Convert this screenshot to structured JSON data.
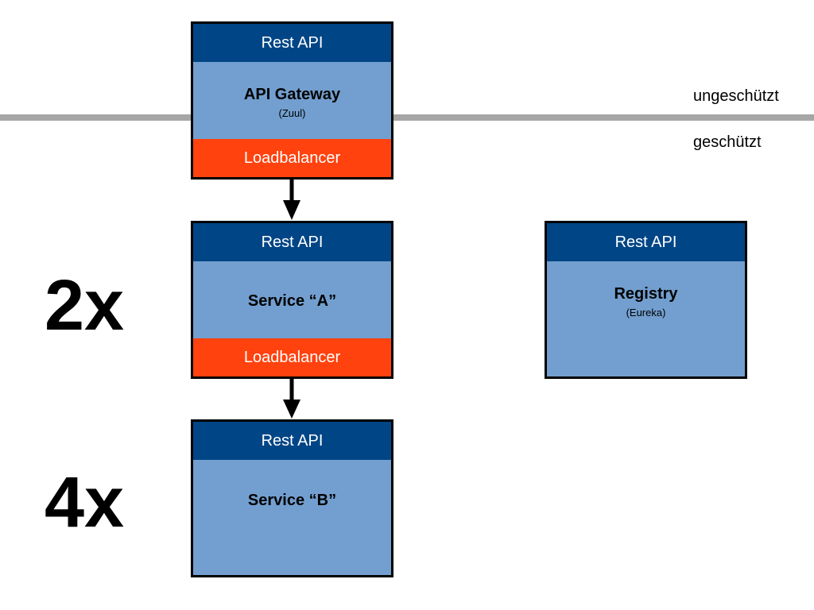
{
  "zones": {
    "unprotected": "ungeschützt",
    "protected": "geschützt"
  },
  "gateway": {
    "header": "Rest API",
    "title": "API Gateway",
    "subtitle": "(Zuul)",
    "footer": "Loadbalancer"
  },
  "service_a": {
    "header": "Rest API",
    "title": "Service “A”",
    "footer": "Loadbalancer",
    "multiplier": "2x"
  },
  "service_b": {
    "header": "Rest API",
    "title": "Service “B”",
    "multiplier": "4x"
  },
  "registry": {
    "header": "Rest API",
    "title": "Registry",
    "subtitle": "(Eureka)"
  },
  "colors": {
    "header_blue": "#004586",
    "body_blue": "#729fcf",
    "loadbalancer_orange": "#ff420e",
    "divider_gray": "#a6a6a6"
  }
}
